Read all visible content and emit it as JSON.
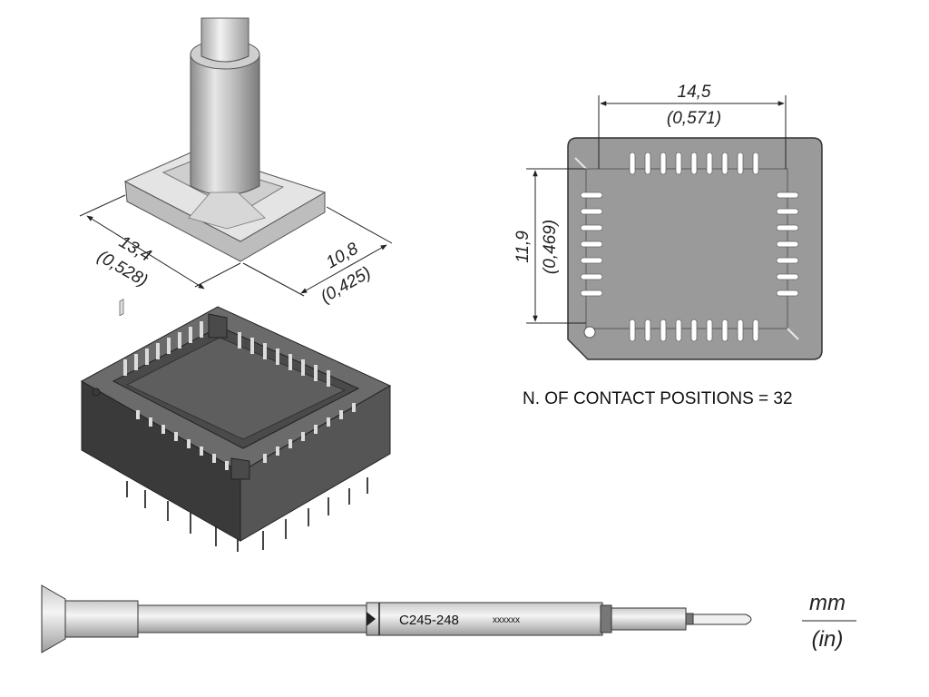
{
  "tip_3d": {
    "width_mm": "13,4",
    "width_in": "(0,528)",
    "depth_mm": "10,8",
    "depth_in": "(0,425)"
  },
  "top_view": {
    "width_mm": "14,5",
    "width_in": "(0,571)",
    "height_mm": "11,9",
    "height_in": "(0,469)"
  },
  "contact_note": "N. OF CONTACT POSITIONS = 32",
  "cartridge": {
    "model": "C245-248",
    "marking": "xxxxxx"
  },
  "units": {
    "primary": "mm",
    "secondary": "(in)"
  }
}
